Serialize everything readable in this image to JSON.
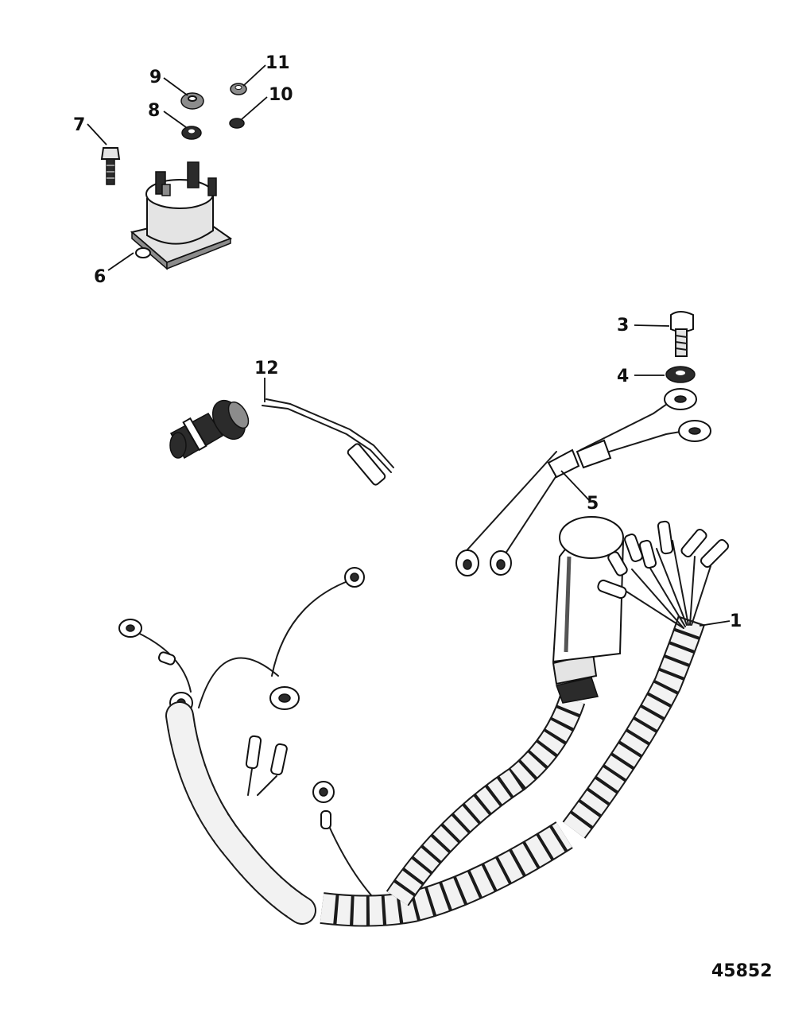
{
  "callouts": {
    "c1": "1",
    "c3": "3",
    "c4": "4",
    "c5": "5",
    "c6": "6",
    "c7": "7",
    "c8": "8",
    "c9": "9",
    "c10": "10",
    "c11": "11",
    "c12": "12"
  },
  "figure_number": "45852"
}
